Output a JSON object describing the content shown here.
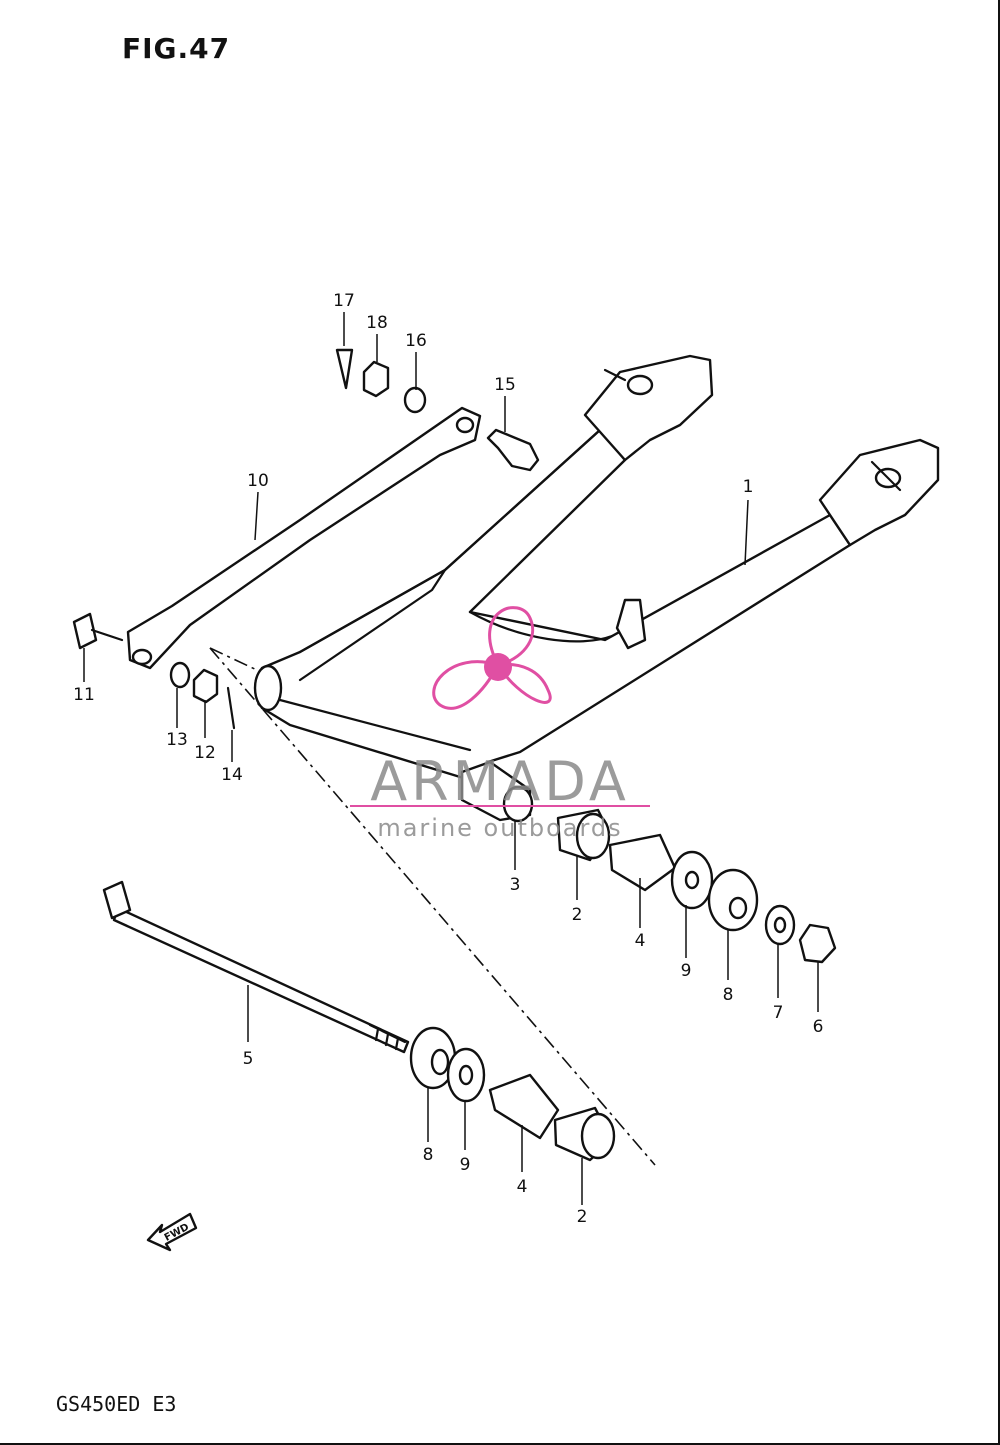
{
  "figure": {
    "title": "FIG.47",
    "model": "GS450ED E3"
  },
  "watermark": {
    "brand": "ARMADA",
    "tagline": "marine outboards",
    "accent": "#e04fa3"
  },
  "direction_marker": "FWD",
  "callouts": [
    {
      "id": "1",
      "label": "1"
    },
    {
      "id": "2a",
      "label": "2"
    },
    {
      "id": "2b",
      "label": "2"
    },
    {
      "id": "3",
      "label": "3"
    },
    {
      "id": "4a",
      "label": "4"
    },
    {
      "id": "4b",
      "label": "4"
    },
    {
      "id": "5",
      "label": "5"
    },
    {
      "id": "6",
      "label": "6"
    },
    {
      "id": "7",
      "label": "7"
    },
    {
      "id": "8a",
      "label": "8"
    },
    {
      "id": "8b",
      "label": "8"
    },
    {
      "id": "9a",
      "label": "9"
    },
    {
      "id": "9b",
      "label": "9"
    },
    {
      "id": "10",
      "label": "10"
    },
    {
      "id": "11",
      "label": "11"
    },
    {
      "id": "12",
      "label": "12"
    },
    {
      "id": "13",
      "label": "13"
    },
    {
      "id": "14",
      "label": "14"
    },
    {
      "id": "15",
      "label": "15"
    },
    {
      "id": "16",
      "label": "16"
    },
    {
      "id": "17",
      "label": "17"
    },
    {
      "id": "18",
      "label": "18"
    }
  ]
}
